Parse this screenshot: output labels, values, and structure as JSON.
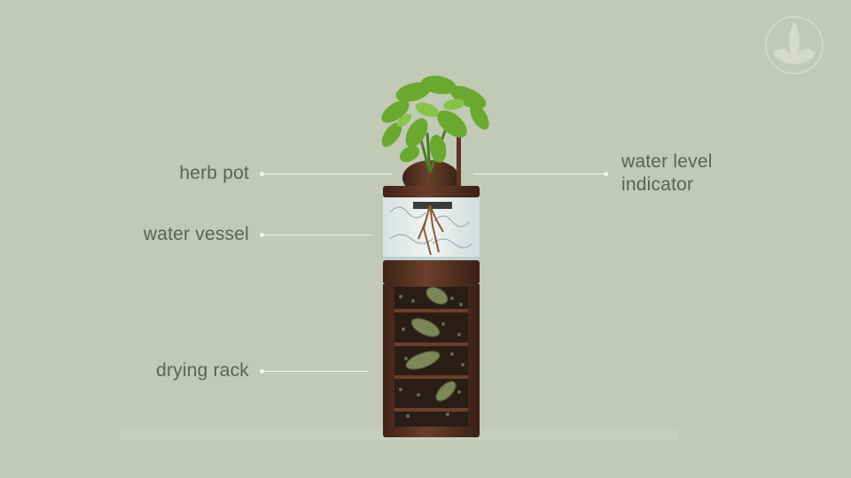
{
  "labels": {
    "herb_pot": "herb pot",
    "water_vessel": "water vessel",
    "drying_rack": "drying rack",
    "water_level_line1": "water level",
    "water_level_line2": "indicator"
  },
  "logo_icon": "leaf-logo-icon",
  "colors": {
    "background": "#c2c9b5",
    "label_text": "#5d6253",
    "leader_line": "#f3f5ef",
    "wood": "#5a3423",
    "foliage": "#6aa82f"
  }
}
